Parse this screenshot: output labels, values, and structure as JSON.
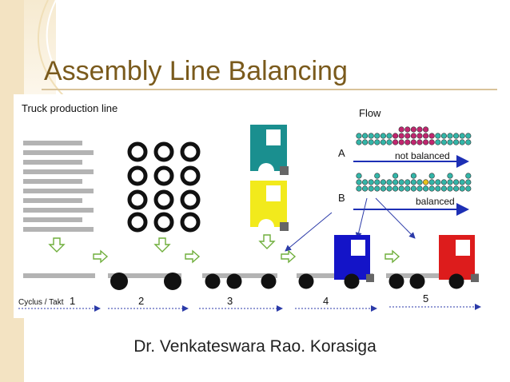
{
  "slide": {
    "title": "Assembly Line Balancing",
    "author": "Dr. Venkateswara Rao. Korasiga"
  },
  "diagram": {
    "heading": "Truck production line",
    "flow_label": "Flow",
    "row_a_label": "A",
    "row_a_caption": "not balanced",
    "row_b_label": "B",
    "row_b_caption": "balanced",
    "cycle_label": "Cyclus / Takt",
    "stations": [
      "1",
      "2",
      "3",
      "4",
      "5"
    ],
    "colors": {
      "cab_teal": "#1a8f8f",
      "cab_yellow": "#f2ea1c",
      "cab_blue": "#1414c8",
      "cab_red": "#dd1c1c",
      "dot_teal": "#33b5a8",
      "dot_magenta": "#c0266f",
      "dot_yellow": "#e8c21b",
      "arrow_blue": "#1d2fb5",
      "hollow_arrow": "#6fae3b"
    }
  }
}
